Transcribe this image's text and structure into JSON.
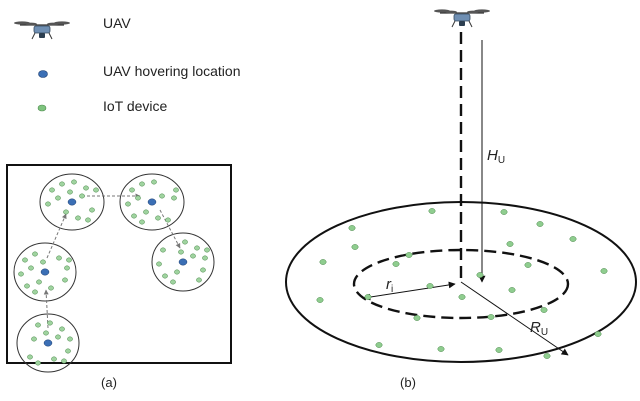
{
  "legend": {
    "uav_label": "UAV",
    "hover_label": "UAV hovering location",
    "iot_label": "IoT device"
  },
  "panel_a": {
    "caption": "(a)"
  },
  "panel_b": {
    "caption": "(b)",
    "height_label": "H",
    "height_subscript": "U",
    "inner_radius_label": "r",
    "inner_radius_subscript": "i",
    "outer_radius_label": "R",
    "outer_radius_subscript": "U"
  },
  "colors": {
    "device_green": "#7fc47f",
    "device_stroke": "#4d8a4d",
    "hover_blue": "#3b6fb5",
    "drone_blue": "#6f8fb3"
  }
}
